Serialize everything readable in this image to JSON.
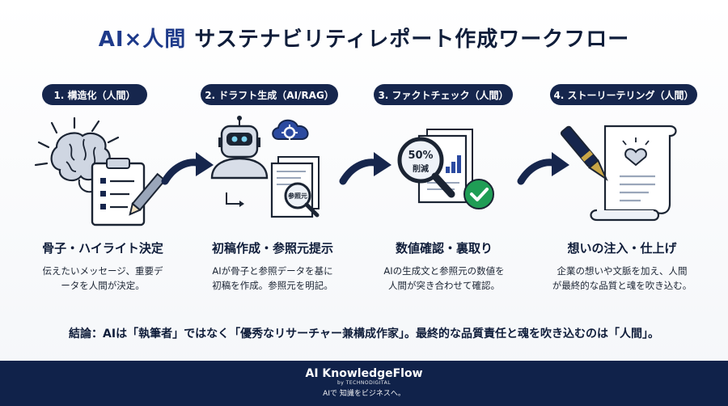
{
  "title": {
    "prefix": "AI×人間",
    "main": " サステナビリティレポート作成ワークフロー"
  },
  "steps": [
    {
      "label": "1. 構造化（人間）",
      "heading": "骨子・ハイライト決定",
      "desc1": "伝えたいメッセージ、重要デ",
      "desc2": "ータを人間が決定。"
    },
    {
      "label": "2. ドラフト生成（AI/RAG）",
      "heading": "初稿作成・参照元提示",
      "desc1": "AIが骨子と参照データを基に",
      "desc2": "初稿を作成。参照元を明記。",
      "doc_label": "参照元"
    },
    {
      "label": "3. ファクトチェック（人間）",
      "heading": "数値確認・裏取り",
      "desc1": "AIの生成文と参照元の数値を",
      "desc2": "人間が突き合わせて確認。",
      "mag_value": "50%",
      "mag_text": "削減"
    },
    {
      "label": "4. ストーリーテリング（人間）",
      "heading": "想いの注入・仕上げ",
      "desc1": "企業の想いや文脈を加え、人間",
      "desc2": "が最終的な品質と魂を吹き込む。"
    }
  ],
  "conclusion": "結論：AIは「執筆者」ではなく「優秀なリサーチャー兼構成作家」。最終的な品質責任と魂を吹き込むのは「人間」。",
  "footer": {
    "brand": "AI KnowledgeFlow",
    "brand_sub": "by TECHNODIGITAL",
    "tagline": "AIで 知識をビジネスへ。"
  },
  "colors": {
    "navy": "#16264d",
    "check_green": "#1f9d55",
    "footer_bg": "#10224a"
  }
}
